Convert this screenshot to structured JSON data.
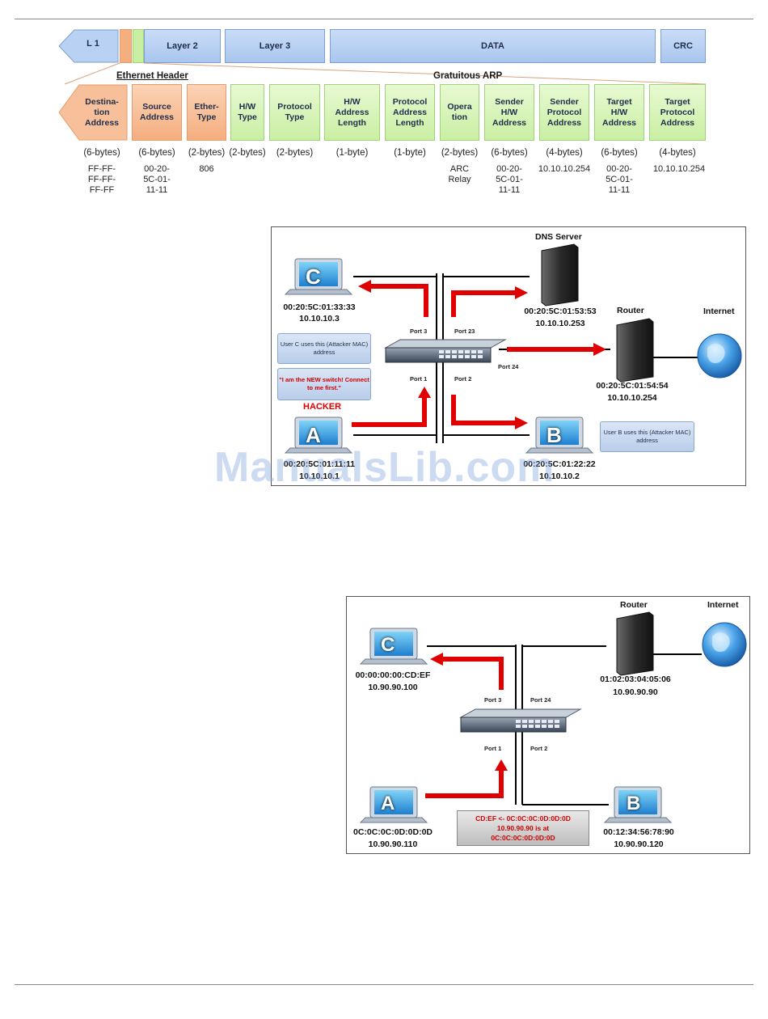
{
  "frame_bar": {
    "l1": "L 1",
    "layer2": "Layer 2",
    "layer3": "Layer 3",
    "data": "DATA",
    "crc": "CRC"
  },
  "sections": {
    "ethernet_header": "Ethernet Header",
    "gratuitous_arp": "Gratuitous ARP"
  },
  "fields": [
    {
      "label": "Destina-\ntion\nAddress",
      "size": "(6-bytes)",
      "value": "FF-FF-\nFF-FF-\nFF-FF"
    },
    {
      "label": "Source\nAddress",
      "size": "(6-bytes)",
      "value": "00-20-\n5C-01-\n11-11"
    },
    {
      "label": "Ether-\nType",
      "size": "(2-bytes)",
      "value": "806"
    },
    {
      "label": "H/W\nType",
      "size": "(2-bytes)",
      "value": ""
    },
    {
      "label": "Protocol\nType",
      "size": "(2-bytes)",
      "value": ""
    },
    {
      "label": "H/W\nAddress\nLength",
      "size": "(1-byte)",
      "value": ""
    },
    {
      "label": "Protocol\nAddress\nLength",
      "size": "(1-byte)",
      "value": ""
    },
    {
      "label": "Opera\ntion",
      "size": "(2-bytes)",
      "value": "ARC\nRelay"
    },
    {
      "label": "Sender\nH/W\nAddress",
      "size": "(6-bytes)",
      "value": "00-20-\n5C-01-\n11-11"
    },
    {
      "label": "Sender\nProtocol\nAddress",
      "size": "(4-bytes)",
      "value": "10.10.10.254"
    },
    {
      "label": "Target\nH/W\nAddress",
      "size": "(6-bytes)",
      "value": "00-20-\n5C-01-\n11-11"
    },
    {
      "label": "Target\nProtocol\nAddress",
      "size": "(4-bytes)",
      "value": "10.10.10.254"
    }
  ],
  "diagram1": {
    "dns_label": "DNS Server",
    "router_label": "Router",
    "internet_label": "Internet",
    "c_letter": "C",
    "c_mac": "00:20:5C:01:33:33",
    "c_ip": "10.10.10.3",
    "dns_mac": "00:20:5C:01:53:53",
    "dns_ip": "10.10.10.253",
    "router_mac": "00:20:5C:01:54:54",
    "router_ip": "10.10.10.254",
    "a_letter": "A",
    "a_mac": "00:20:5C:01:11:11",
    "a_ip": "10.10.10.1",
    "b_letter": "B",
    "b_mac": "00:20:5C:01:22:22",
    "b_ip": "10.10.10.2",
    "callout_c": "User C uses this (Attacker MAC) address",
    "callout_hacker_quote": "\"I am the NEW switch! Connect to me first.\"",
    "hacker_label": "HACKER",
    "callout_b": "User B uses this (Attacker MAC) address",
    "port3": "Port 3",
    "port23": "Port 23",
    "port24": "Port 24",
    "port1": "Port 1",
    "port2": "Port 2"
  },
  "diagram2": {
    "router_label": "Router",
    "internet_label": "Internet",
    "c_letter": "C",
    "c_mac": "00:00:00:00:CD:EF",
    "c_ip": "10.90.90.100",
    "router_mac": "01:02:03:04:05:06",
    "router_ip": "10.90.90.90",
    "a_letter": "A",
    "a_mac": "0C:0C:0C:0D:0D:0D",
    "a_ip": "10.90.90.110",
    "b_letter": "B",
    "b_mac": "00:12:34:56:78:90",
    "b_ip": "10.90.90.120",
    "callout_line1": "CD:EF <- 0C:0C:0C:0D:0D:0D",
    "callout_line2": "10.90.90.90 is at",
    "callout_line3": "0C:0C:0C:0D:0D:0D",
    "port3": "Port 3",
    "port24": "Port 24",
    "port1": "Port 1",
    "port2": "Port 2"
  },
  "watermark": "ManualsLib.com",
  "colors": {
    "arrow_red": "#e00000",
    "frame_blue": "#a9c6ee",
    "header_orange": "#f5ae7e",
    "arp_green": "#c9efa3"
  }
}
